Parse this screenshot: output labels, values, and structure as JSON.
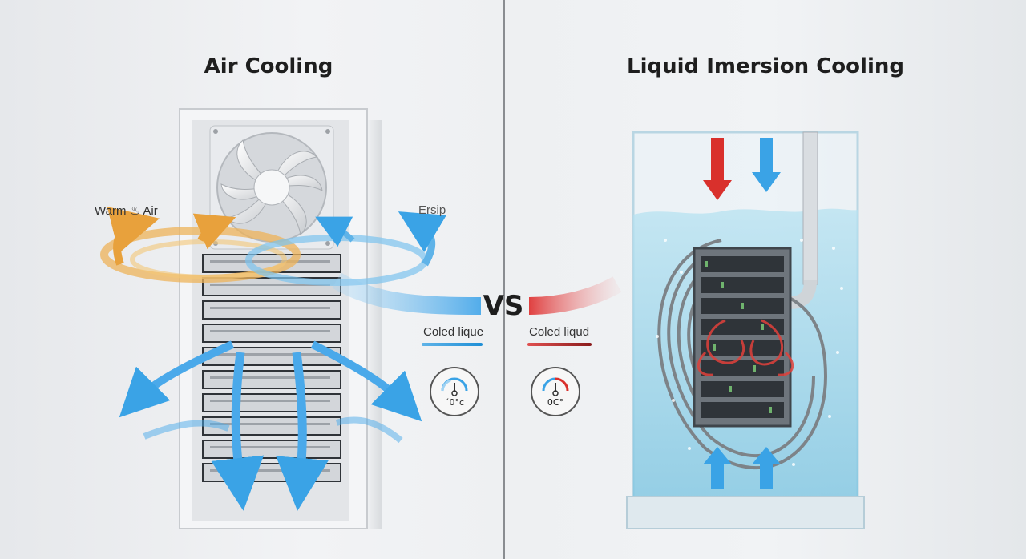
{
  "titles": {
    "left": "Air Cooling",
    "right": "Liquid Imersion Cooling"
  },
  "center": {
    "vs": "VS"
  },
  "labels": {
    "warm_air": "Warm ♨ Air",
    "ersip": "Ersip",
    "cooled_left": "Coled lique",
    "cooled_right": "Coled liqud"
  },
  "gauges": {
    "left_value": "´0°c",
    "right_value": "0C°"
  },
  "colors": {
    "warm": "#e8a13c",
    "cool": "#3aa3e6",
    "hot": "#d9302c",
    "tank_liquid": "#a9d8ea"
  },
  "icons": {
    "fan": "fan-icon",
    "gauge": "thermometer-gauge-icon"
  }
}
